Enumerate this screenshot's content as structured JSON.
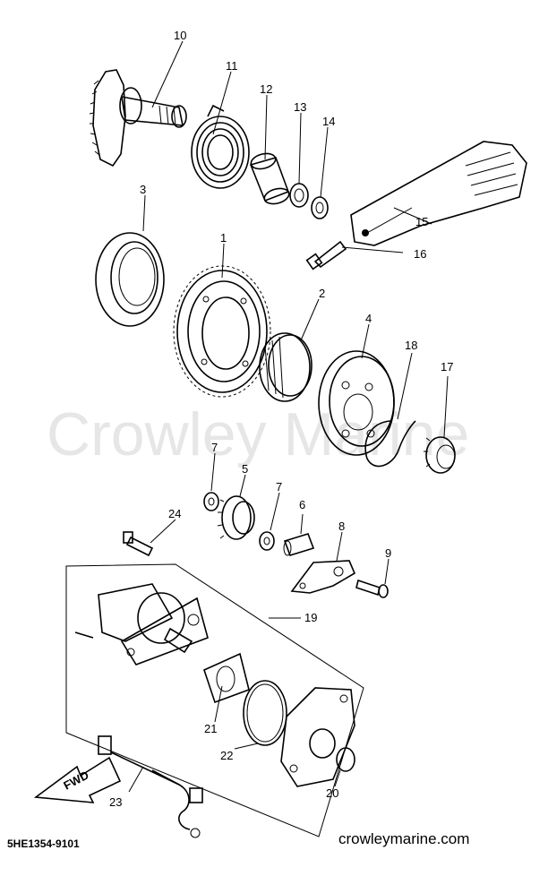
{
  "watermark": "Crowley Marine",
  "diagram_code": "5HE1354-9101",
  "site": "crowleymarine.com",
  "fwd_label": "FWD",
  "callouts": [
    {
      "id": "c1",
      "label": "1"
    },
    {
      "id": "c2",
      "label": "2"
    },
    {
      "id": "c3",
      "label": "3"
    },
    {
      "id": "c4",
      "label": "4"
    },
    {
      "id": "c5",
      "label": "5"
    },
    {
      "id": "c6",
      "label": "6"
    },
    {
      "id": "c7a",
      "label": "7"
    },
    {
      "id": "c7b",
      "label": "7"
    },
    {
      "id": "c8",
      "label": "8"
    },
    {
      "id": "c9",
      "label": "9"
    },
    {
      "id": "c10",
      "label": "10"
    },
    {
      "id": "c11",
      "label": "11"
    },
    {
      "id": "c12",
      "label": "12"
    },
    {
      "id": "c13",
      "label": "13"
    },
    {
      "id": "c14",
      "label": "14"
    },
    {
      "id": "c15",
      "label": "15"
    },
    {
      "id": "c16",
      "label": "16"
    },
    {
      "id": "c17",
      "label": "17"
    },
    {
      "id": "c18",
      "label": "18"
    },
    {
      "id": "c19",
      "label": "19"
    },
    {
      "id": "c20",
      "label": "20"
    },
    {
      "id": "c21",
      "label": "21"
    },
    {
      "id": "c22",
      "label": "22"
    },
    {
      "id": "c23",
      "label": "23"
    },
    {
      "id": "c24",
      "label": "24"
    }
  ]
}
